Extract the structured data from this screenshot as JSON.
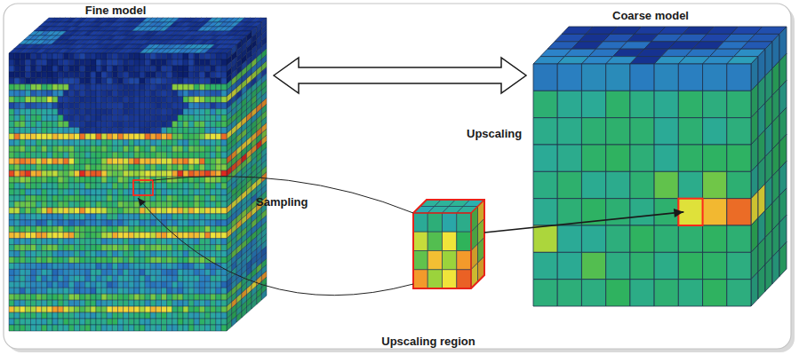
{
  "diagram": {
    "nodes": [
      {
        "text": [
          "Fine model"
        ]
      },
      {
        "text": [
          "Coarse model"
        ]
      },
      {
        "text": [
          "Upscaling region"
        ]
      }
    ],
    "edges": [
      {
        "from": 0,
        "to": 1,
        "arrow": "both"
      },
      {
        "from": 2,
        "to": 0,
        "label": "Sampling",
        "arrow": "to"
      },
      {
        "from": 2,
        "to": 1,
        "label": "Upscaling",
        "arrow": "to"
      }
    ]
  }
}
